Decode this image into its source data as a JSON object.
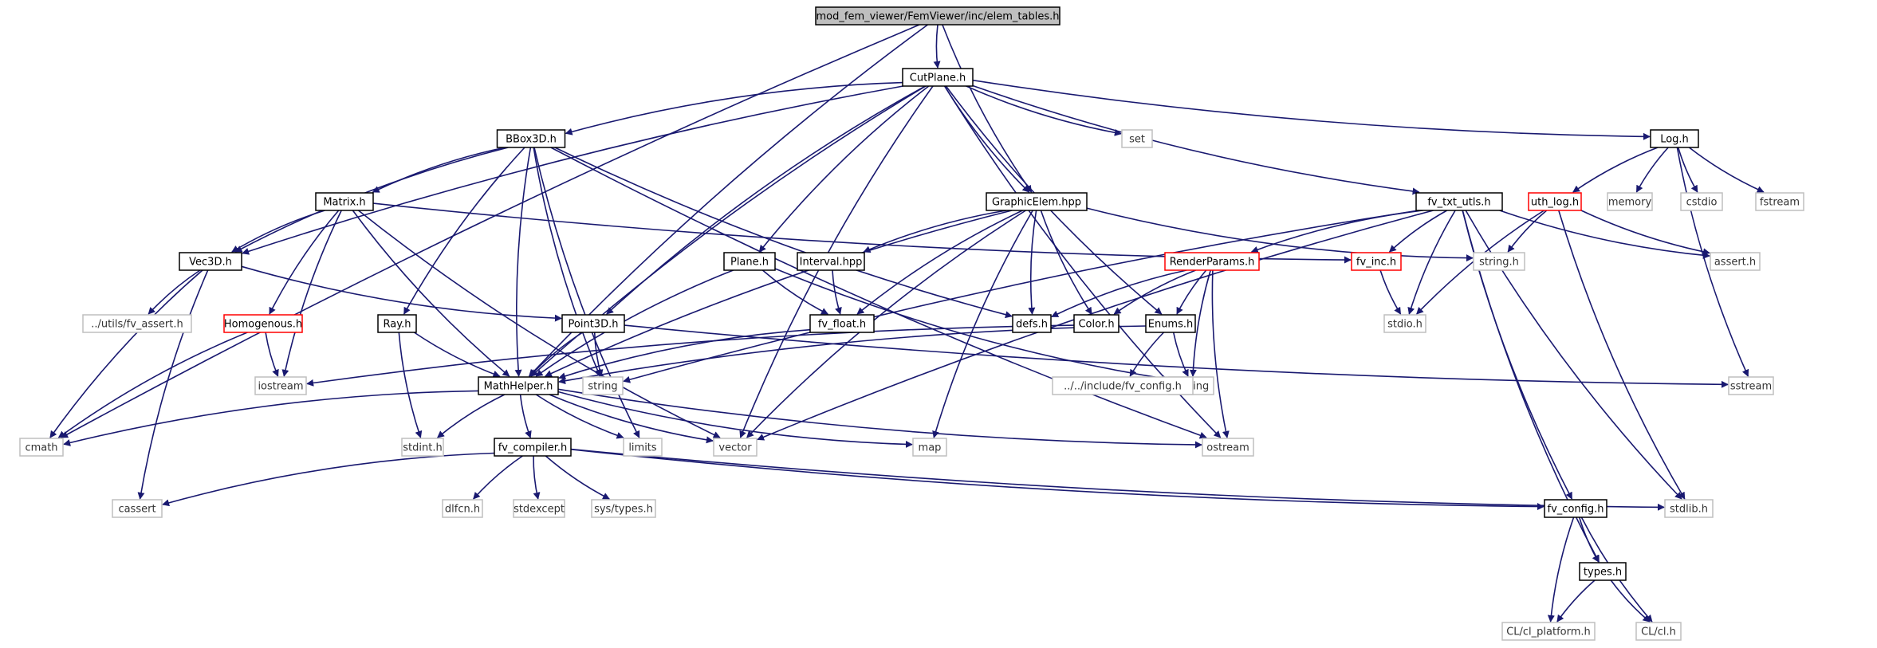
{
  "diagram": {
    "type": "include-dependency-graph",
    "colors": {
      "edge": "#191970",
      "root_fill": "#bfbfbf",
      "documented_border": "#000000",
      "truncated_border": "#ff0000",
      "external_border": "#bfbfbf",
      "external_text": "#333333"
    },
    "nodes": [
      {
        "id": "root",
        "label": "mod_fem_viewer/FemViewer/inc/elem_tables.h",
        "kind": "root"
      },
      {
        "id": "cutplane",
        "label": "CutPlane.h",
        "kind": "normal"
      },
      {
        "id": "bbox3d",
        "label": "BBox3D.h",
        "kind": "normal"
      },
      {
        "id": "set",
        "label": "set",
        "kind": "external"
      },
      {
        "id": "log",
        "label": "Log.h",
        "kind": "normal"
      },
      {
        "id": "graphicelem",
        "label": "GraphicElem.hpp",
        "kind": "normal"
      },
      {
        "id": "fvtxt",
        "label": "fv_txt_utls.h",
        "kind": "normal"
      },
      {
        "id": "uthlog",
        "label": "uth_log.h",
        "kind": "truncated"
      },
      {
        "id": "memory",
        "label": "memory",
        "kind": "external"
      },
      {
        "id": "cstdio",
        "label": "cstdio",
        "kind": "external"
      },
      {
        "id": "fstream",
        "label": "fstream",
        "kind": "external"
      },
      {
        "id": "matrix",
        "label": "Matrix.h",
        "kind": "normal"
      },
      {
        "id": "vec3d",
        "label": "Vec3D.h",
        "kind": "normal"
      },
      {
        "id": "plane",
        "label": "Plane.h",
        "kind": "normal"
      },
      {
        "id": "interval",
        "label": "Interval.hpp",
        "kind": "normal"
      },
      {
        "id": "renderparams",
        "label": "RenderParams.h",
        "kind": "truncated"
      },
      {
        "id": "fvinc",
        "label": "fv_inc.h",
        "kind": "truncated"
      },
      {
        "id": "stringh",
        "label": "string.h",
        "kind": "external"
      },
      {
        "id": "asserth",
        "label": "assert.h",
        "kind": "external"
      },
      {
        "id": "fvassert",
        "label": "../utils/fv_assert.h",
        "kind": "external"
      },
      {
        "id": "homogenous",
        "label": "Homogenous.h",
        "kind": "truncated"
      },
      {
        "id": "ray",
        "label": "Ray.h",
        "kind": "normal"
      },
      {
        "id": "point3d",
        "label": "Point3D.h",
        "kind": "normal"
      },
      {
        "id": "fvfloat",
        "label": "fv_float.h",
        "kind": "normal"
      },
      {
        "id": "defs",
        "label": "defs.h",
        "kind": "normal"
      },
      {
        "id": "color",
        "label": "Color.h",
        "kind": "normal"
      },
      {
        "id": "enums",
        "label": "Enums.h",
        "kind": "normal"
      },
      {
        "id": "stdioh",
        "label": "stdio.h",
        "kind": "external"
      },
      {
        "id": "iostream",
        "label": "iostream",
        "kind": "external"
      },
      {
        "id": "mathhelper",
        "label": "MathHelper.h",
        "kind": "normal"
      },
      {
        "id": "string",
        "label": "string",
        "kind": "external"
      },
      {
        "id": "cstring",
        "label": "cstring",
        "kind": "external"
      },
      {
        "id": "fvconfinc",
        "label": "../../include/fv_config.h",
        "kind": "external"
      },
      {
        "id": "sstream",
        "label": "sstream",
        "kind": "external"
      },
      {
        "id": "cmath",
        "label": "cmath",
        "kind": "external"
      },
      {
        "id": "stdinth",
        "label": "stdint.h",
        "kind": "external"
      },
      {
        "id": "fvcompiler",
        "label": "fv_compiler.h",
        "kind": "normal"
      },
      {
        "id": "limits",
        "label": "limits",
        "kind": "external"
      },
      {
        "id": "vector",
        "label": "vector",
        "kind": "external"
      },
      {
        "id": "map",
        "label": "map",
        "kind": "external"
      },
      {
        "id": "ostream",
        "label": "ostream",
        "kind": "external"
      },
      {
        "id": "cassert",
        "label": "cassert",
        "kind": "external"
      },
      {
        "id": "dlfcn",
        "label": "dlfcn.h",
        "kind": "external"
      },
      {
        "id": "stdexcept",
        "label": "stdexcept",
        "kind": "external"
      },
      {
        "id": "systypes",
        "label": "sys/types.h",
        "kind": "external"
      },
      {
        "id": "fvconfig",
        "label": "fv_config.h",
        "kind": "normal"
      },
      {
        "id": "stdlibh",
        "label": "stdlib.h",
        "kind": "external"
      },
      {
        "id": "types",
        "label": "types.h",
        "kind": "normal"
      },
      {
        "id": "clplatform",
        "label": "CL/cl_platform.h",
        "kind": "external"
      },
      {
        "id": "clh",
        "label": "CL/cl.h",
        "kind": "external"
      }
    ],
    "edges": [
      [
        "root",
        "cutplane"
      ],
      [
        "root",
        "graphicelem"
      ],
      [
        "root",
        "mathhelper"
      ],
      [
        "root",
        "cmath"
      ],
      [
        "cutplane",
        "bbox3d"
      ],
      [
        "cutplane",
        "set"
      ],
      [
        "cutplane",
        "log"
      ],
      [
        "cutplane",
        "graphicelem"
      ],
      [
        "cutplane",
        "fvtxt"
      ],
      [
        "cutplane",
        "vec3d"
      ],
      [
        "cutplane",
        "plane"
      ],
      [
        "cutplane",
        "point3d"
      ],
      [
        "cutplane",
        "enums"
      ],
      [
        "cutplane",
        "vector"
      ],
      [
        "cutplane",
        "ostream"
      ],
      [
        "cutplane",
        "mathhelper"
      ],
      [
        "bbox3d",
        "matrix"
      ],
      [
        "bbox3d",
        "vec3d"
      ],
      [
        "bbox3d",
        "ray"
      ],
      [
        "bbox3d",
        "mathhelper"
      ],
      [
        "bbox3d",
        "string"
      ],
      [
        "bbox3d",
        "limits"
      ],
      [
        "bbox3d",
        "ostream"
      ],
      [
        "bbox3d",
        "defs"
      ],
      [
        "log",
        "uthlog"
      ],
      [
        "log",
        "memory"
      ],
      [
        "log",
        "cstdio"
      ],
      [
        "log",
        "fstream"
      ],
      [
        "log",
        "sstream"
      ],
      [
        "graphicelem",
        "interval"
      ],
      [
        "graphicelem",
        "fvfloat"
      ],
      [
        "graphicelem",
        "defs"
      ],
      [
        "graphicelem",
        "color"
      ],
      [
        "graphicelem",
        "mathhelper"
      ],
      [
        "graphicelem",
        "vector"
      ],
      [
        "graphicelem",
        "stringh"
      ],
      [
        "graphicelem",
        "map"
      ],
      [
        "fvtxt",
        "renderparams"
      ],
      [
        "fvtxt",
        "fvinc"
      ],
      [
        "fvtxt",
        "stdioh"
      ],
      [
        "fvtxt",
        "asserth"
      ],
      [
        "fvtxt",
        "stdlibh"
      ],
      [
        "fvtxt",
        "fvconfig"
      ],
      [
        "fvtxt",
        "types"
      ],
      [
        "fvtxt",
        "string"
      ],
      [
        "fvtxt",
        "vector"
      ],
      [
        "uthlog",
        "stringh"
      ],
      [
        "uthlog",
        "asserth"
      ],
      [
        "uthlog",
        "stdioh"
      ],
      [
        "uthlog",
        "stdlibh"
      ],
      [
        "matrix",
        "vec3d"
      ],
      [
        "matrix",
        "homogenous"
      ],
      [
        "matrix",
        "iostream"
      ],
      [
        "matrix",
        "mathhelper"
      ],
      [
        "matrix",
        "vector"
      ],
      [
        "matrix",
        "fvinc"
      ],
      [
        "vec3d",
        "fvassert"
      ],
      [
        "vec3d",
        "point3d"
      ],
      [
        "vec3d",
        "cmath"
      ],
      [
        "vec3d",
        "cassert"
      ],
      [
        "plane",
        "fvfloat"
      ],
      [
        "plane",
        "mathhelper"
      ],
      [
        "plane",
        "cstring"
      ],
      [
        "interval",
        "fvfloat"
      ],
      [
        "renderparams",
        "defs"
      ],
      [
        "renderparams",
        "color"
      ],
      [
        "renderparams",
        "enums"
      ],
      [
        "renderparams",
        "cstring"
      ],
      [
        "renderparams",
        "ostream"
      ],
      [
        "fvinc",
        "stdioh"
      ],
      [
        "homogenous",
        "iostream"
      ],
      [
        "homogenous",
        "cmath"
      ],
      [
        "ray",
        "mathhelper"
      ],
      [
        "ray",
        "stdinth"
      ],
      [
        "point3d",
        "mathhelper"
      ],
      [
        "point3d",
        "string"
      ],
      [
        "point3d",
        "sstream"
      ],
      [
        "fvfloat",
        "mathhelper"
      ],
      [
        "color",
        "iostream"
      ],
      [
        "enums",
        "fvconfinc"
      ],
      [
        "enums",
        "cstring"
      ],
      [
        "enums",
        "mathhelper"
      ],
      [
        "mathhelper",
        "cmath"
      ],
      [
        "mathhelper",
        "stdinth"
      ],
      [
        "mathhelper",
        "fvcompiler"
      ],
      [
        "mathhelper",
        "limits"
      ],
      [
        "mathhelper",
        "vector"
      ],
      [
        "mathhelper",
        "map"
      ],
      [
        "mathhelper",
        "ostream"
      ],
      [
        "fvcompiler",
        "cassert"
      ],
      [
        "fvcompiler",
        "dlfcn"
      ],
      [
        "fvcompiler",
        "stdexcept"
      ],
      [
        "fvcompiler",
        "systypes"
      ],
      [
        "fvcompiler",
        "stdlibh"
      ],
      [
        "fvcompiler",
        "fvconfig"
      ],
      [
        "fvconfig",
        "types"
      ],
      [
        "fvconfig",
        "clplatform"
      ],
      [
        "fvconfig",
        "clh"
      ],
      [
        "types",
        "clplatform"
      ],
      [
        "types",
        "clh"
      ]
    ]
  }
}
